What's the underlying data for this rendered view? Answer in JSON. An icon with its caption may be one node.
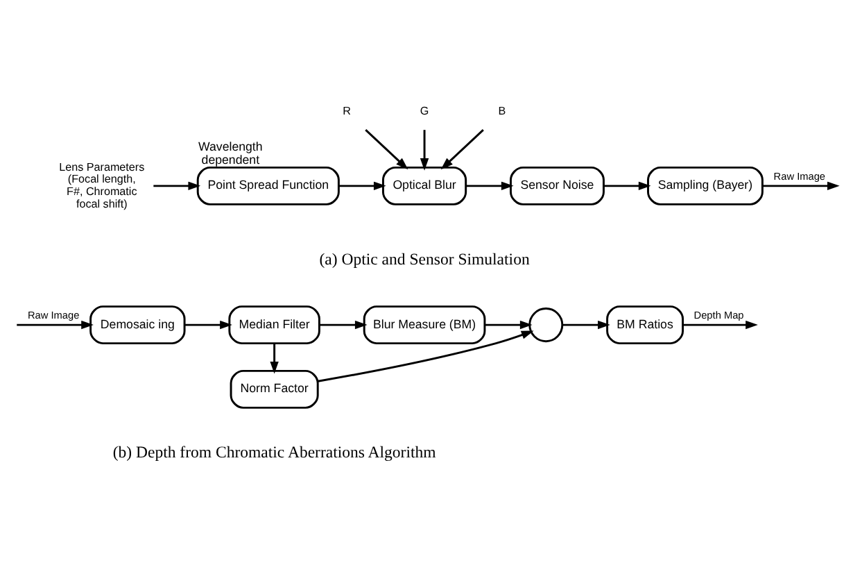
{
  "diagram": {
    "nodes": [
      {
        "text": [
          "Lens Parameters (Focal length, F#, Chromatic focal shift)"
        ]
      },
      {
        "text": [
          "Point Spread Function"
        ],
        "beside": [
          "Wavelength dependent"
        ]
      },
      {
        "text": [
          "Optical Blur"
        ]
      },
      {
        "text": [
          "Sensor Noise"
        ]
      },
      {
        "text": [
          "Sampling (Bayer)"
        ]
      },
      {
        "text": [
          "R"
        ]
      },
      {
        "text": [
          "G"
        ]
      },
      {
        "text": [
          "B"
        ]
      },
      {
        "text": [
          "Demosaic ing"
        ]
      },
      {
        "text": [
          "Median Filter"
        ]
      },
      {
        "text": [
          "Blur Measure (BM)"
        ]
      },
      {
        "text": [],
        "shape": "circle"
      },
      {
        "text": [
          "BM Ratios"
        ]
      },
      {
        "text": [
          "Norm Factor"
        ]
      }
    ],
    "edges": [
      {
        "from": 0,
        "to": 1,
        "arrow": "to"
      },
      {
        "from": 1,
        "to": 2,
        "arrow": "to"
      },
      {
        "from": 5,
        "to": 2,
        "arrow": "to"
      },
      {
        "from": 6,
        "to": 2,
        "arrow": "to"
      },
      {
        "from": 7,
        "to": 2,
        "arrow": "to"
      },
      {
        "from": 2,
        "to": 3,
        "arrow": "to"
      },
      {
        "from": 3,
        "to": 4,
        "arrow": "to"
      },
      {
        "from": 4,
        "to": null,
        "arrow": "to",
        "label": "Raw Image"
      },
      {
        "from": null,
        "to": 8,
        "arrow": "to",
        "label": "Raw Image"
      },
      {
        "from": 8,
        "to": 9,
        "arrow": "to"
      },
      {
        "from": 9,
        "to": 10,
        "arrow": "to"
      },
      {
        "from": 9,
        "to": 13,
        "arrow": "to"
      },
      {
        "from": 10,
        "to": 11,
        "arrow": "to"
      },
      {
        "from": 13,
        "to": 11,
        "arrow": "to"
      },
      {
        "from": 11,
        "to": 12,
        "arrow": "to"
      },
      {
        "from": 12,
        "to": null,
        "arrow": "to",
        "label": "Depth Map"
      }
    ],
    "labels": [
      "(a) Optic and Sensor Simulation",
      "(b) Depth from Chromatic Aberrations Algorithm"
    ]
  }
}
